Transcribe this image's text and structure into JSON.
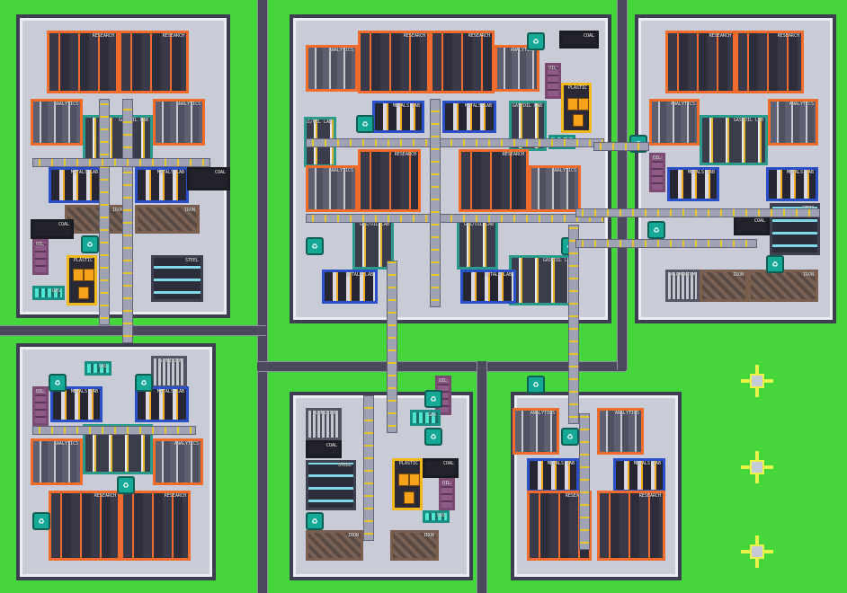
{
  "labels": {
    "research": "RESEARCH",
    "analytics": "ANALYTICS",
    "gas_oil_lab": "GAS/OIL LAB",
    "metals_lab": "METALS LAB",
    "plastic": "PLASTIC",
    "iron": "IRON",
    "steel": "STEEL",
    "aluminium": "ALUMINIUM",
    "coal": "COAL",
    "oil": "OIL",
    "gas": "GAS"
  },
  "icons": {
    "recycle": "recycle-icon",
    "hub": "landing-pad-icon"
  },
  "colors": {
    "grass": "#44d63a",
    "road": "#4a4a5c",
    "research_border": "#f06b2c",
    "gas_lab_border": "#2a9a8d",
    "metals_border": "#2a4fc7",
    "plastic_border": "#f2b718",
    "pad_cross": "#eaf34a"
  }
}
